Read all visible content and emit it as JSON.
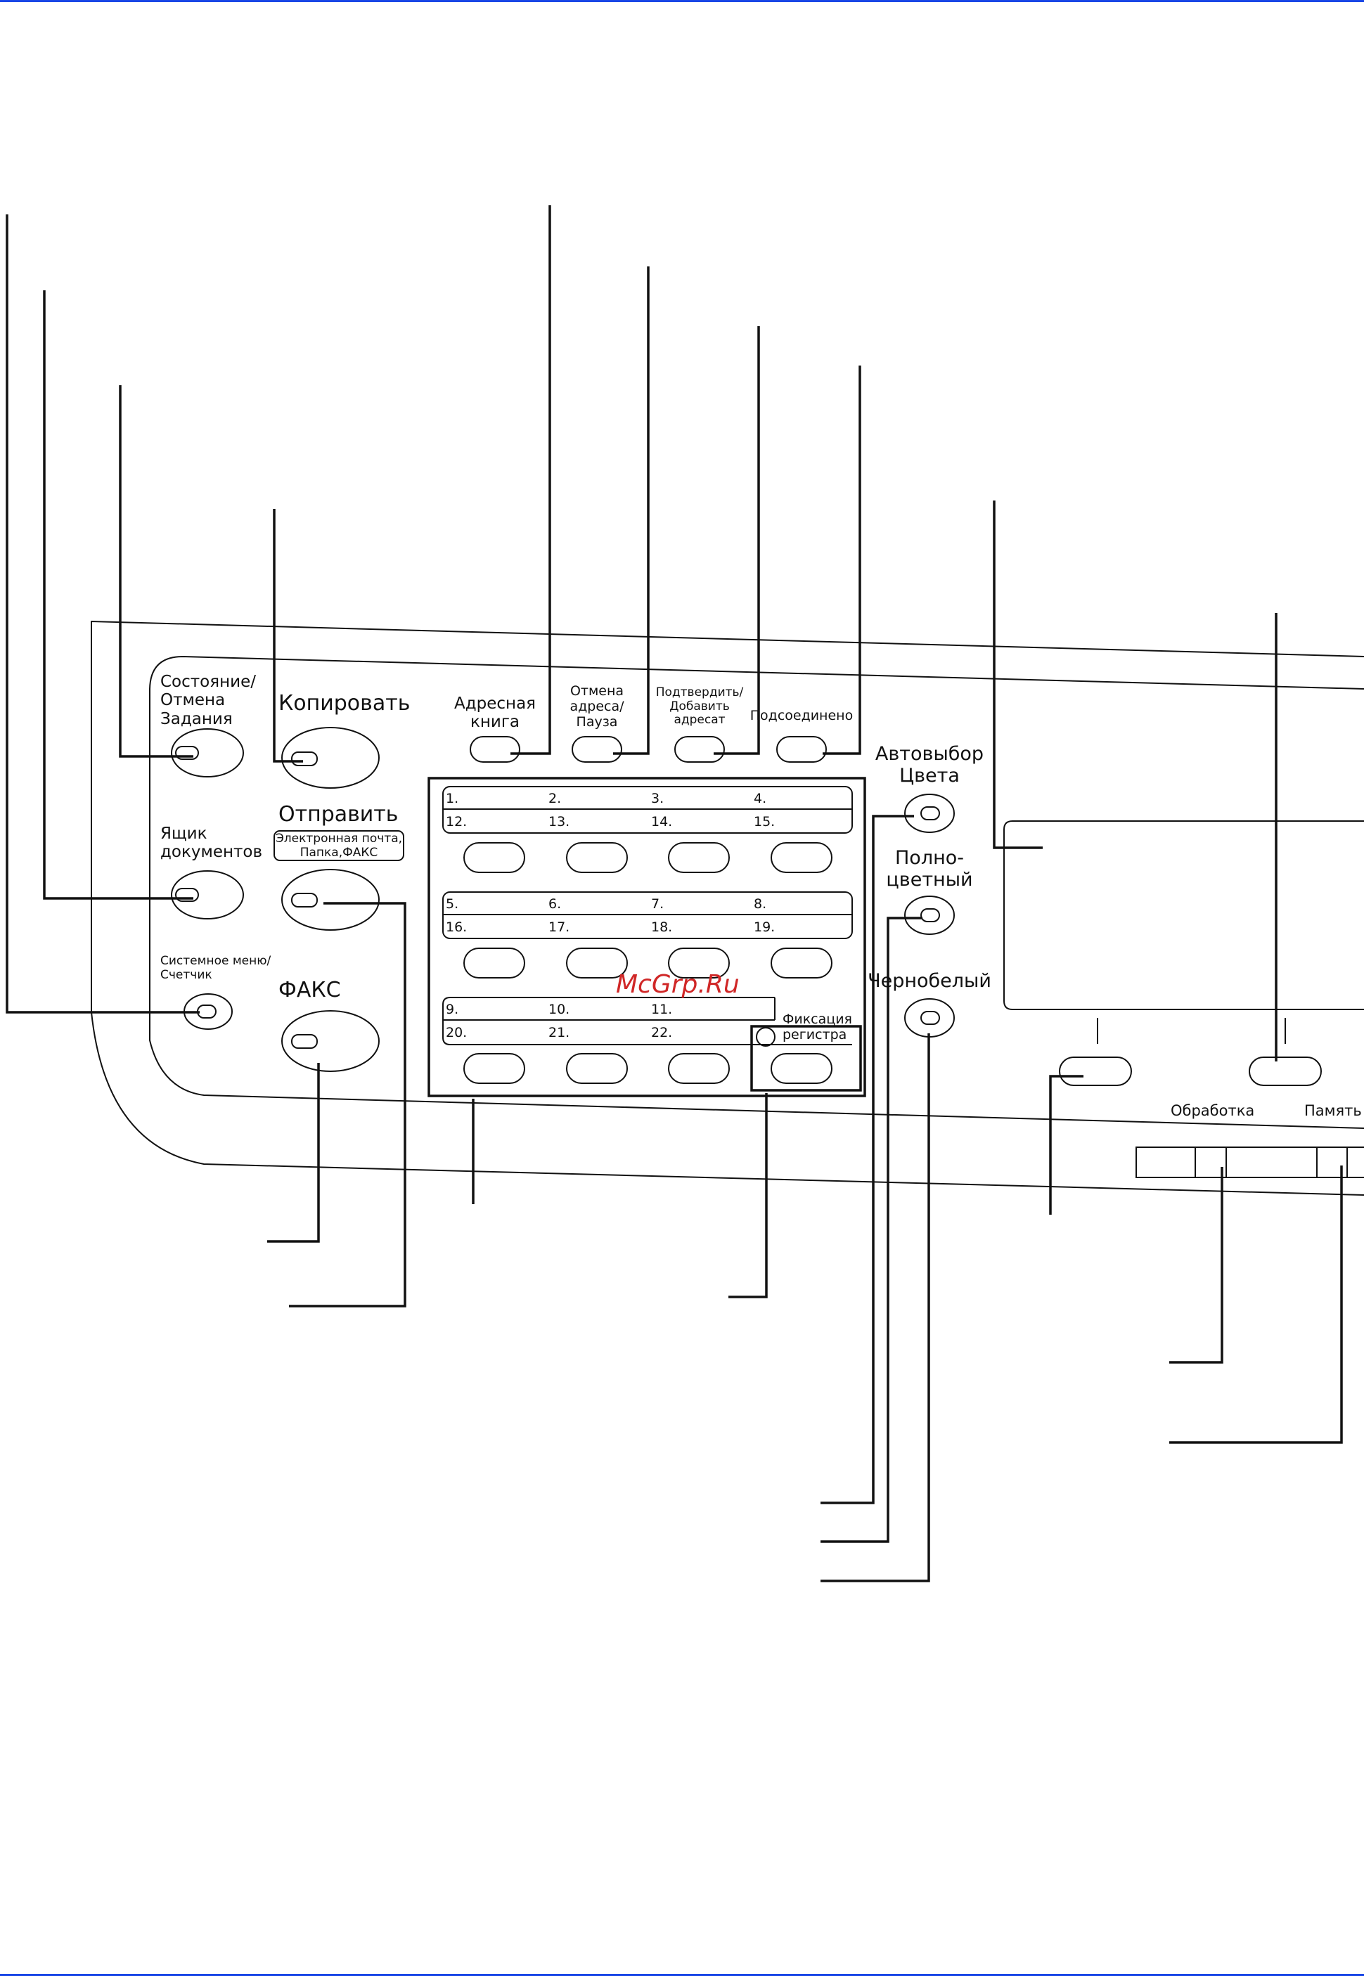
{
  "panel": {
    "status_cancel": "Состояние/\nОтмена\nЗадания",
    "document_box": "Ящик\nдокументов",
    "system_menu": "Системное меню/\nСчетчик",
    "copy": "Копировать",
    "send": "Отправить",
    "send_sub": "Электронная почта,\nПапка,ФАКС",
    "fax": "ФАКС",
    "address_book": "Адресная\nкнига",
    "cancel_address": "Отмена\nадреса/\nПауза",
    "confirm_add": "Подтвердить/\nДобавить\nадресат",
    "connected": "Подсоединено",
    "auto_color": "Автовыбор\nЦвета",
    "full_color": "Полно-\nцветный",
    "black_white": "Чернобелый",
    "shift_lock": "Фиксация\nрегистра",
    "processing": "Обработка",
    "memory": "Память"
  },
  "one_touch_keys": {
    "row1_top": [
      "1.",
      "2.",
      "3.",
      "4."
    ],
    "row1_bottom": [
      "12.",
      "13.",
      "14.",
      "15."
    ],
    "row2_top": [
      "5.",
      "6.",
      "7.",
      "8."
    ],
    "row2_bottom": [
      "16.",
      "17.",
      "18.",
      "19."
    ],
    "row3_top": [
      "9.",
      "10.",
      "11."
    ],
    "row3_bottom": [
      "20.",
      "21.",
      "22."
    ]
  },
  "watermark": "McGrp.Ru"
}
